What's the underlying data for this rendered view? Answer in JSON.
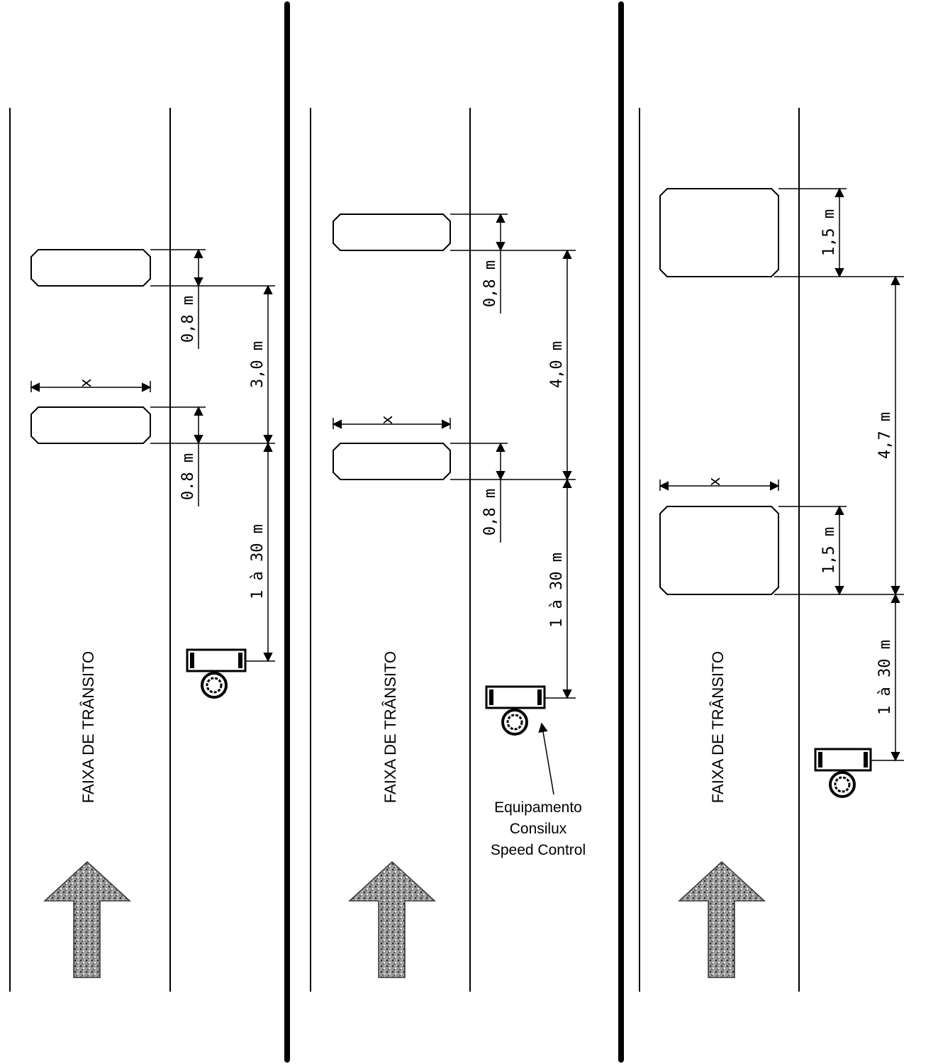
{
  "panels": [
    {
      "id": "panel-1",
      "lane_label": "FAIXA DE TRÂNSITO",
      "width_label": "x",
      "loop_length": "0,8 m",
      "loop_length_2": "0.8 m",
      "loop_spacing": "3,0 m",
      "sensor_distance": "1 à 30 m"
    },
    {
      "id": "panel-2",
      "lane_label": "FAIXA DE TRÂNSITO",
      "width_label": "x",
      "loop_length": "0,8 m",
      "loop_length_2": "0,8 m",
      "loop_spacing": "4,0 m",
      "sensor_distance": "1 à 30 m",
      "callout": [
        "Equipamento",
        "Consilux",
        "Speed Control"
      ]
    },
    {
      "id": "panel-3",
      "lane_label": "FAIXA DE TRÂNSITO",
      "width_label": "x",
      "loop_length": "1,5 m",
      "loop_length_2": "1,5 m",
      "loop_spacing": "4,7 m",
      "sensor_distance": "1 à 30 m"
    }
  ],
  "colors": {
    "ink": "#000000",
    "arrow": "#6e6e6e",
    "paper": "#ffffff"
  },
  "icons": [
    "up-arrow-icon",
    "speed-sensor-icon"
  ]
}
